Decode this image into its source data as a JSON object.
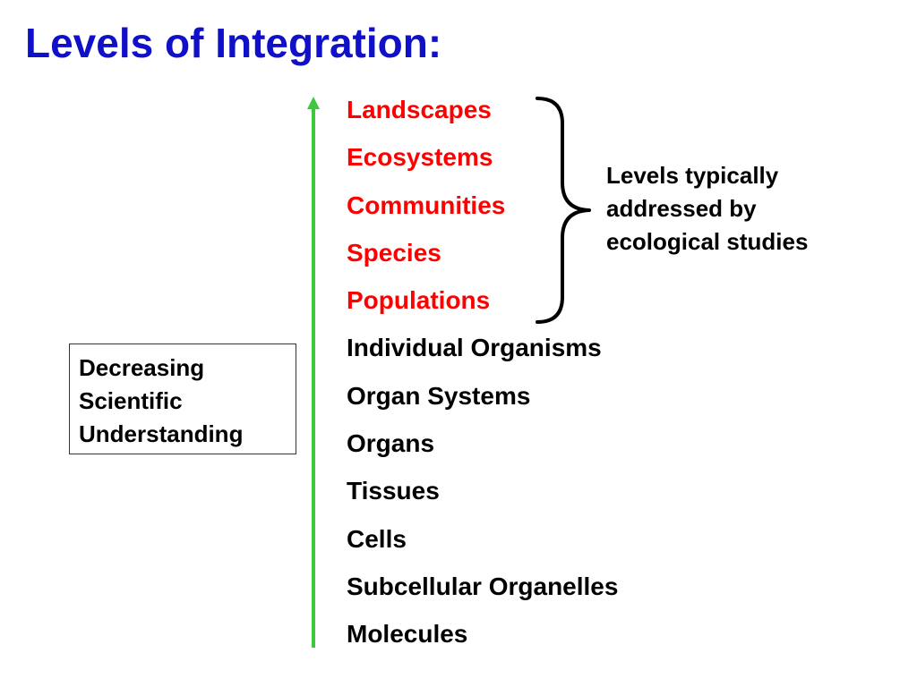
{
  "title": "Levels of Integration:",
  "colors": {
    "title": "#1010c8",
    "ecological_levels": "#ff0000",
    "other_levels": "#000000",
    "arrow": "#3cc83c",
    "brace": "#000000"
  },
  "levels": [
    {
      "label": "Landscapes",
      "ecological": true
    },
    {
      "label": "Ecosystems",
      "ecological": true
    },
    {
      "label": "Communities",
      "ecological": true
    },
    {
      "label": "Species",
      "ecological": true
    },
    {
      "label": "Populations",
      "ecological": true
    },
    {
      "label": "Individual Organisms",
      "ecological": false
    },
    {
      "label": "Organ Systems",
      "ecological": false
    },
    {
      "label": "Organs",
      "ecological": false
    },
    {
      "label": "Tissues",
      "ecological": false
    },
    {
      "label": "Cells",
      "ecological": false
    },
    {
      "label": "Subcellular Organelles",
      "ecological": false
    },
    {
      "label": "Molecules",
      "ecological": false
    }
  ],
  "brace_note": {
    "lines": [
      "Levels typically",
      "addressed by",
      "ecological studies"
    ]
  },
  "understanding_box": {
    "lines": [
      "Decreasing",
      "Scientific",
      "Understanding"
    ]
  },
  "arrow_icon": "arrow-up-icon",
  "brace_icon": "right-curly-brace-icon"
}
